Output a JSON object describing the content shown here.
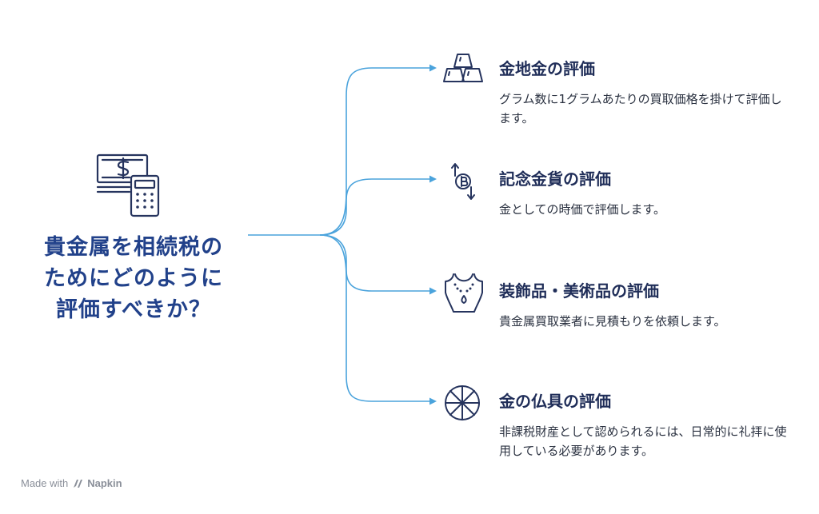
{
  "center": {
    "title_lines": [
      "貴金属を相続税の",
      "ためにどのように",
      "評価すべきか？"
    ],
    "icon": "money-calculator-icon"
  },
  "branches": [
    {
      "title": "金地金の評価",
      "description": "グラム数に1グラムあたりの買取価格を掛けて評価します。",
      "icon": "gold-bars-icon"
    },
    {
      "title": "記念金貨の評価",
      "description": "金としての時価で評価します。",
      "icon": "coin-exchange-icon"
    },
    {
      "title": "装飾品・美術品の評価",
      "description": "貴金属買取業者に見積もりを依頼します。",
      "icon": "necklace-icon"
    },
    {
      "title": "金の仏具の評価",
      "description": "非課税財産として認められるには、日常的に礼拝に使用している必要があります。",
      "icon": "dharma-wheel-icon"
    }
  ],
  "footer": {
    "prefix": "Made with",
    "brand": "Napkin",
    "icon": "napkin-logo-icon"
  },
  "colors": {
    "connector": "#4aa3dc",
    "title": "#21418a",
    "icon": "#26345e"
  }
}
